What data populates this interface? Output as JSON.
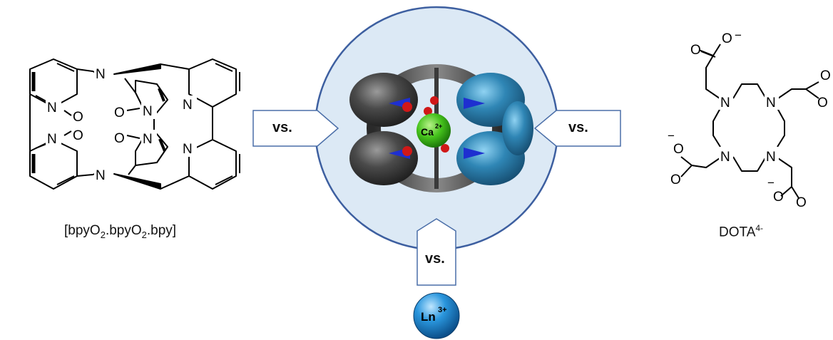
{
  "left_molecule": {
    "caption_main": "[bpyO",
    "caption_sub1": "2",
    "caption_mid": ".bpyO",
    "caption_sub2": "2",
    "caption_end": ".bpy]",
    "atoms": {
      "n": "N",
      "o": "O"
    }
  },
  "right_molecule": {
    "caption": "DOTA",
    "caption_sup": "4-",
    "atoms": {
      "n": "N",
      "o": "O",
      "minus": "−"
    }
  },
  "center": {
    "metal_label": "Ca",
    "metal_charge": "2+",
    "vs_left": "vs.",
    "vs_right": "vs.",
    "vs_bottom": "vs.",
    "ln_label": "Ln",
    "ln_charge": "3+"
  },
  "colors": {
    "ring_fill": "#dce9f5",
    "ring_stroke": "#3d5fa0",
    "gray_ligand": "#3f3f3f",
    "blue_ligand": "#2f86b5",
    "calcium": "#42c21a",
    "lanthanide": "#1e8fd6",
    "arrow_stroke": "#4a6ea8"
  }
}
